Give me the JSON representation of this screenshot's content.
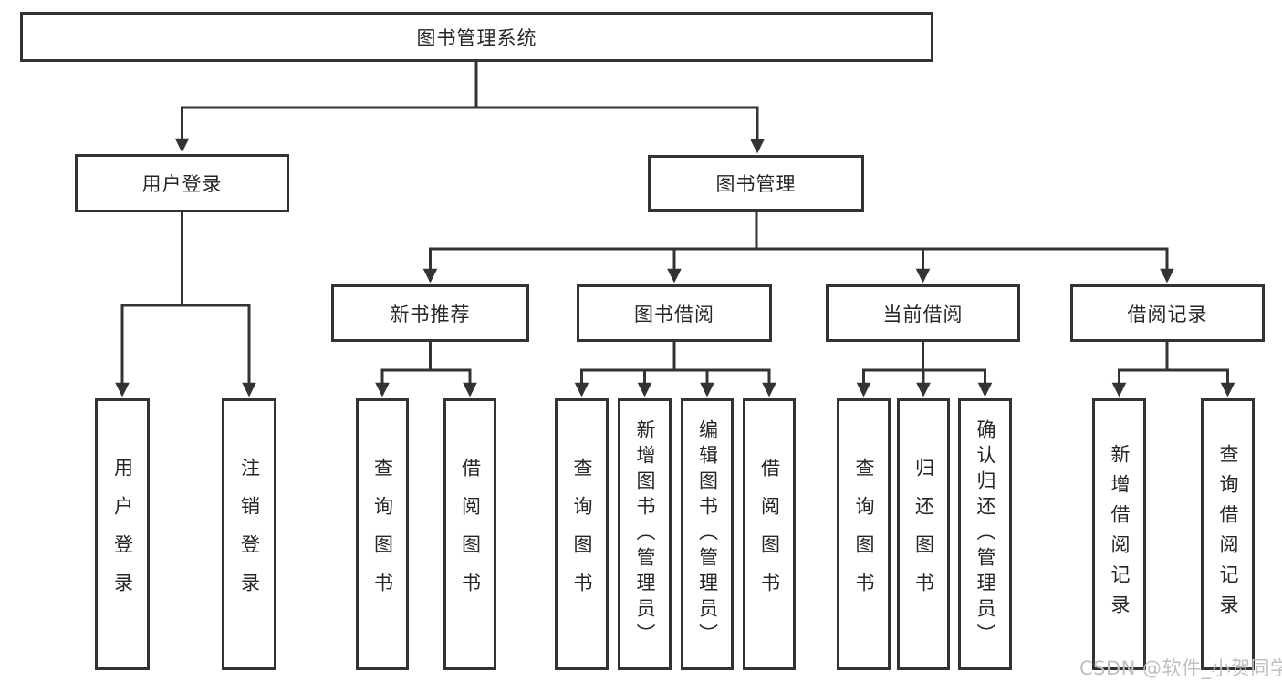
{
  "diagram": {
    "tree": {
      "label": "图书管理系统",
      "children": [
        {
          "label": "用户登录",
          "children": [
            {
              "label": "用户登录"
            },
            {
              "label": "注销登录"
            }
          ]
        },
        {
          "label": "图书管理",
          "children": [
            {
              "label": "新书推荐",
              "children": [
                {
                  "label": "查询图书"
                },
                {
                  "label": "借阅图书"
                }
              ]
            },
            {
              "label": "图书借阅",
              "children": [
                {
                  "label": "查询图书"
                },
                {
                  "label": "新增图书（管理员）"
                },
                {
                  "label": "编辑图书（管理员）"
                },
                {
                  "label": "借阅图书"
                }
              ]
            },
            {
              "label": "当前借阅",
              "children": [
                {
                  "label": "查询图书"
                },
                {
                  "label": "归还图书"
                },
                {
                  "label": "确认归还（管理员）"
                }
              ]
            },
            {
              "label": "借阅记录",
              "children": [
                {
                  "label": "新增借阅记录"
                },
                {
                  "label": "查询借阅记录"
                }
              ]
            }
          ]
        }
      ]
    },
    "watermark": "CSDN @软件_小贺同学",
    "colors": {
      "line": "#333333",
      "text": "#262626",
      "background": "#ffffff",
      "watermark": "#c2bfbf"
    }
  }
}
